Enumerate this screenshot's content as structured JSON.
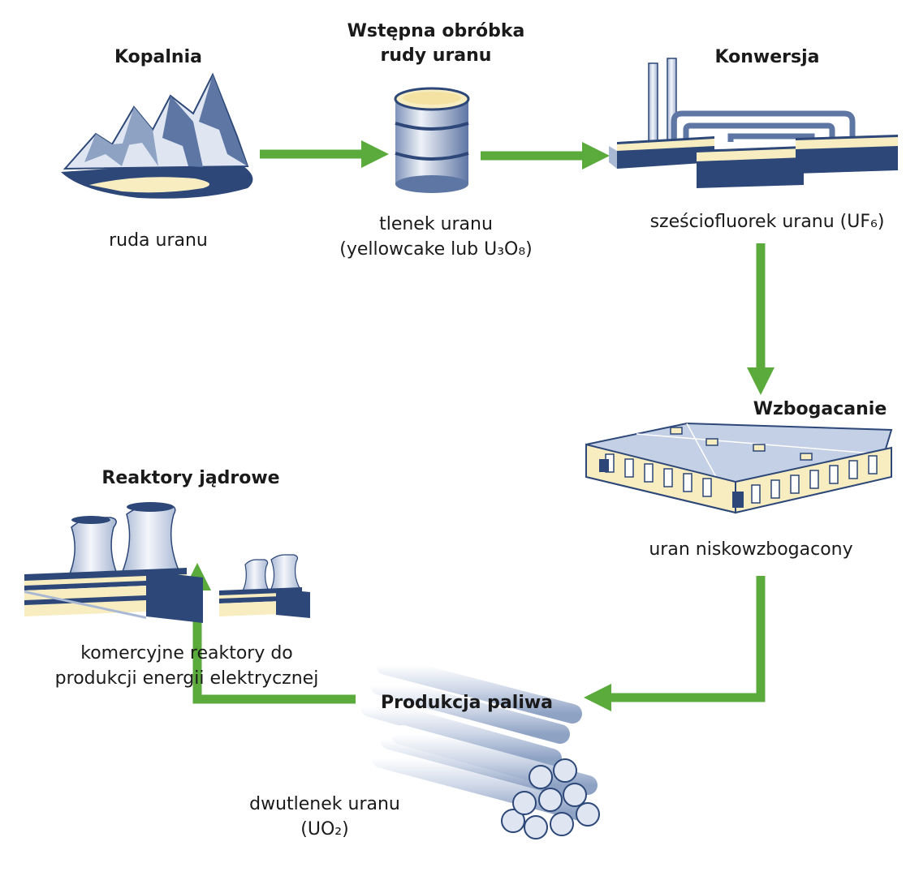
{
  "stages": {
    "mine": {
      "title": "Kopalnia",
      "label": "ruda uranu",
      "icon": "mountain-icon"
    },
    "milling": {
      "title": "Wstępna obróbka\nrudy uranu",
      "label": "tlenek uranu\n(yellowcake lub U₃O₈)",
      "icon": "barrel-icon"
    },
    "conversion": {
      "title": "Konwersja",
      "label": "sześciofluorek uranu (UF₆)",
      "icon": "factory-icon"
    },
    "enrichment": {
      "title": "Wzbogacanie",
      "label": "uran niskowzbogacony",
      "icon": "warehouse-icon"
    },
    "fuel": {
      "title": "Produkcja paliwa",
      "label": "dwutlenek uranu\n(UO₂)",
      "icon": "fuel-rods-icon"
    },
    "reactors": {
      "title": "Reaktory jądrowe",
      "label": "komercyjne reaktory do\nprodukcji energii elektrycznej",
      "icon": "cooling-towers-icon"
    }
  },
  "colors": {
    "arrow": "#5aaa3c",
    "navy": "#2c4778",
    "light_blue": "#dfe6f2",
    "mid_blue": "#a9b8d3",
    "cream": "#f8edc0"
  }
}
